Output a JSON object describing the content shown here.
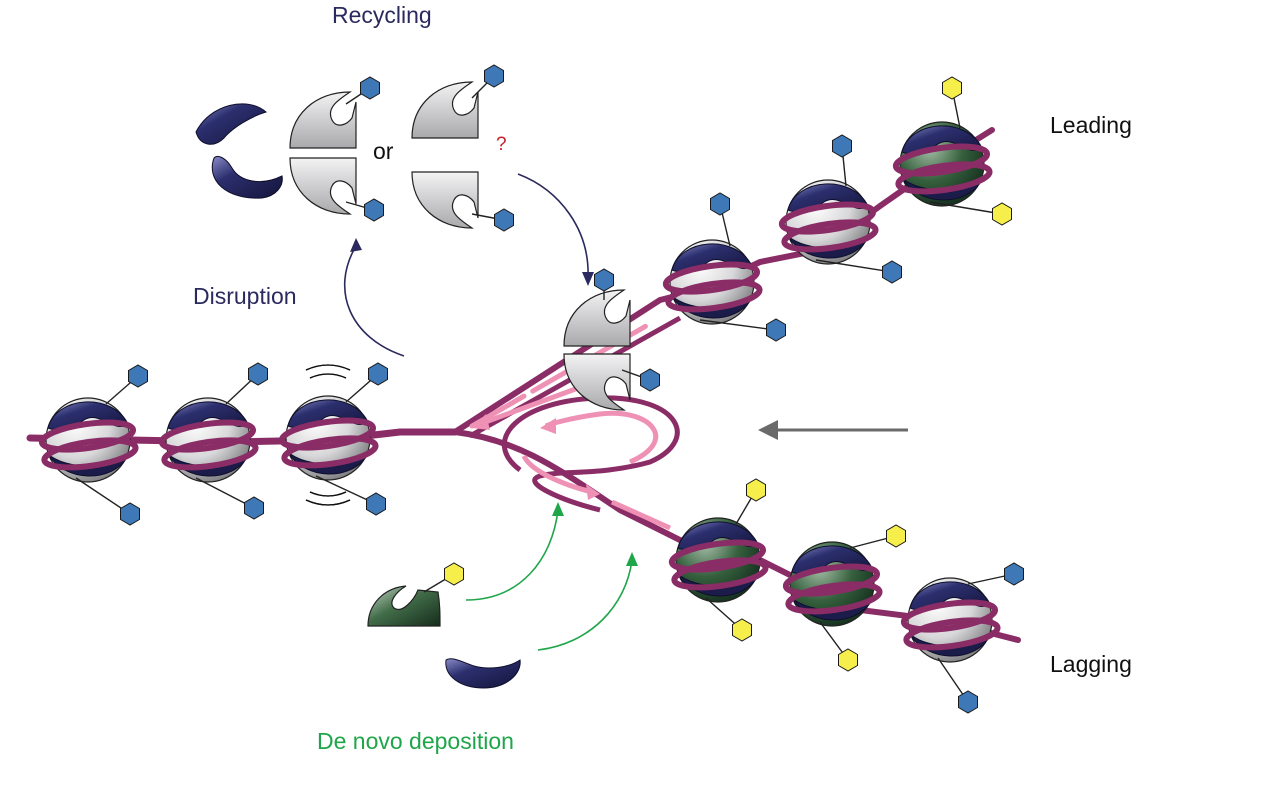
{
  "labels": {
    "recycling": "Recycling",
    "or": "or",
    "question": "?",
    "disruption": "Disruption",
    "leading": "Leading",
    "lagging": "Lagging",
    "de_novo": "De novo deposition"
  },
  "colors": {
    "dna": "#8a2d66",
    "dna_shadow": "#5e2a4a",
    "nascent": "#ef91b4",
    "navy": "#252761",
    "old_h3h4": "#d6d6d8",
    "new_h3h4": "#2e5236",
    "old_mark": "#3f78b6",
    "new_mark": "#f6ee4a",
    "arrow_navy": "#2b2a5e",
    "arrow_green": "#1fa64a",
    "fork_arrow": "#6a6a6a",
    "question": "#c8202a"
  },
  "icons": [
    "old-histone-mark-hexagon",
    "new-histone-mark-hexagon",
    "nucleosome",
    "histone-h2a-h2b-dimer",
    "histone-h3-h4-tetramer"
  ]
}
